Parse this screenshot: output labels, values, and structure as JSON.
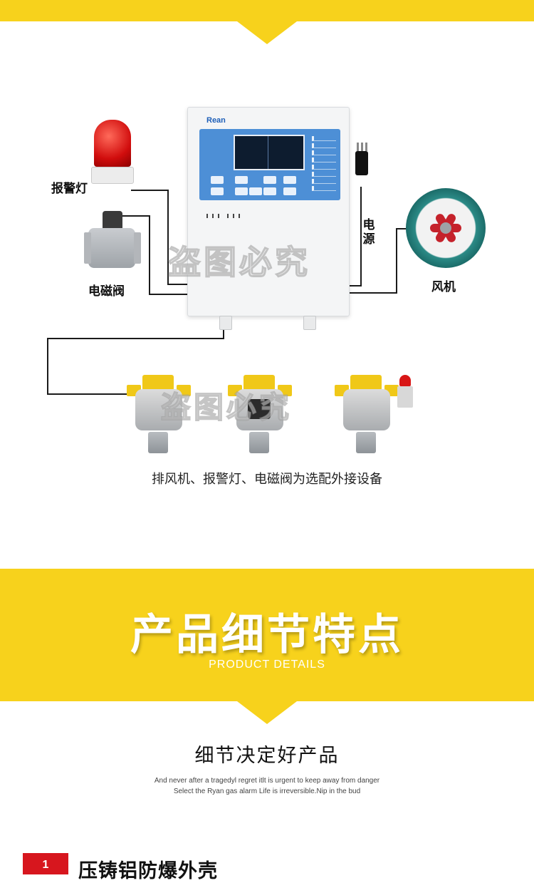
{
  "labels": {
    "alarm_light": "报警灯",
    "solenoid_valve": "电磁阀",
    "power": "电源",
    "fan": "风机"
  },
  "controller": {
    "brand": "Rean"
  },
  "watermark": "盗图必究",
  "note": "排风机、报警灯、电磁阀为选配外接设备",
  "details_banner": {
    "title": "产品细节特点",
    "subtitle": "PRODUCT DETAILS"
  },
  "slogan": "细节决定好产品",
  "english_lines": [
    "And never after a tragedyl regret itlt is urgent to keep away from danger",
    "Select the Ryan gas alarm Life is irreversible.Nip in the bud"
  ],
  "feature": {
    "number": "1",
    "title": "压铸铝防爆外壳"
  },
  "colors": {
    "brand_yellow": "#f7d21c",
    "accent_red": "#d7161e"
  },
  "icons": [
    "alarm-beacon-icon",
    "solenoid-valve-icon",
    "power-plug-icon",
    "exhaust-fan-icon",
    "gas-detector-icon"
  ]
}
